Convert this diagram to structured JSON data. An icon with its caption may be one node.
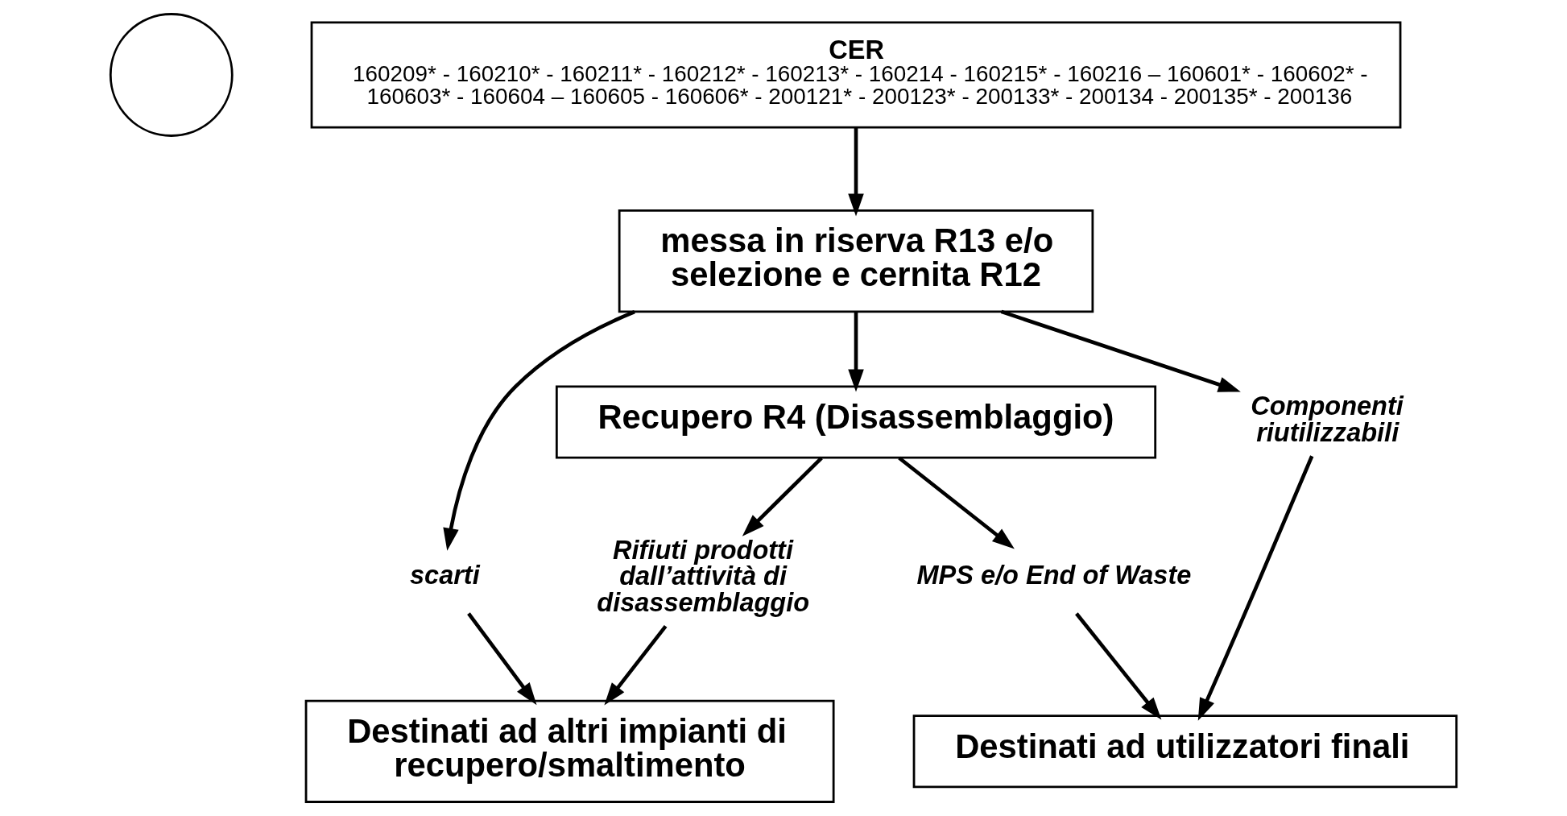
{
  "diagram": {
    "nodes": [
      {
        "text": [],
        "shape": "circle"
      },
      {
        "text": [
          "CER",
          "160209* - 160210* - 160211* - 160212* - 160213* - 160214 - 160215* - 160216 – 160601* - 160602* - 160603* - 160604 – 160605 - 160606* - 200121* - 200123* - 200133* - 200134 - 200135* - 200136"
        ]
      },
      {
        "text": [
          "messa in riserva R13 e/o selezione e cernita R12"
        ]
      },
      {
        "text": [
          "scarti"
        ]
      },
      {
        "text": [
          "Componenti riutilizzabili"
        ]
      },
      {
        "text": [
          "Recupero R4 (Disassemblaggio)"
        ]
      },
      {
        "text": [
          "Rifiuti prodotti dall’attività di disassemblaggio"
        ]
      },
      {
        "text": [
          "MPS e/o End of Waste"
        ]
      },
      {
        "text": [
          "Destinati ad altri impianti di recupero/smaltimento"
        ]
      },
      {
        "text": [
          "Destinati ad utilizzatori finali"
        ]
      }
    ],
    "edges": [
      {
        "from": 1,
        "to": 2,
        "arrow": "to"
      },
      {
        "from": 2,
        "to": 3,
        "arrow": "to"
      },
      {
        "from": 2,
        "to": 4,
        "arrow": "to"
      },
      {
        "from": 2,
        "to": 5,
        "arrow": "to"
      },
      {
        "from": 5,
        "to": 6,
        "arrow": "to"
      },
      {
        "from": 5,
        "to": 7,
        "arrow": "to"
      },
      {
        "from": 3,
        "to": 8,
        "arrow": "to"
      },
      {
        "from": 6,
        "to": 8,
        "arrow": "to"
      },
      {
        "from": 7,
        "to": 9,
        "arrow": "to"
      },
      {
        "from": 4,
        "to": 9,
        "arrow": "to"
      }
    ]
  }
}
